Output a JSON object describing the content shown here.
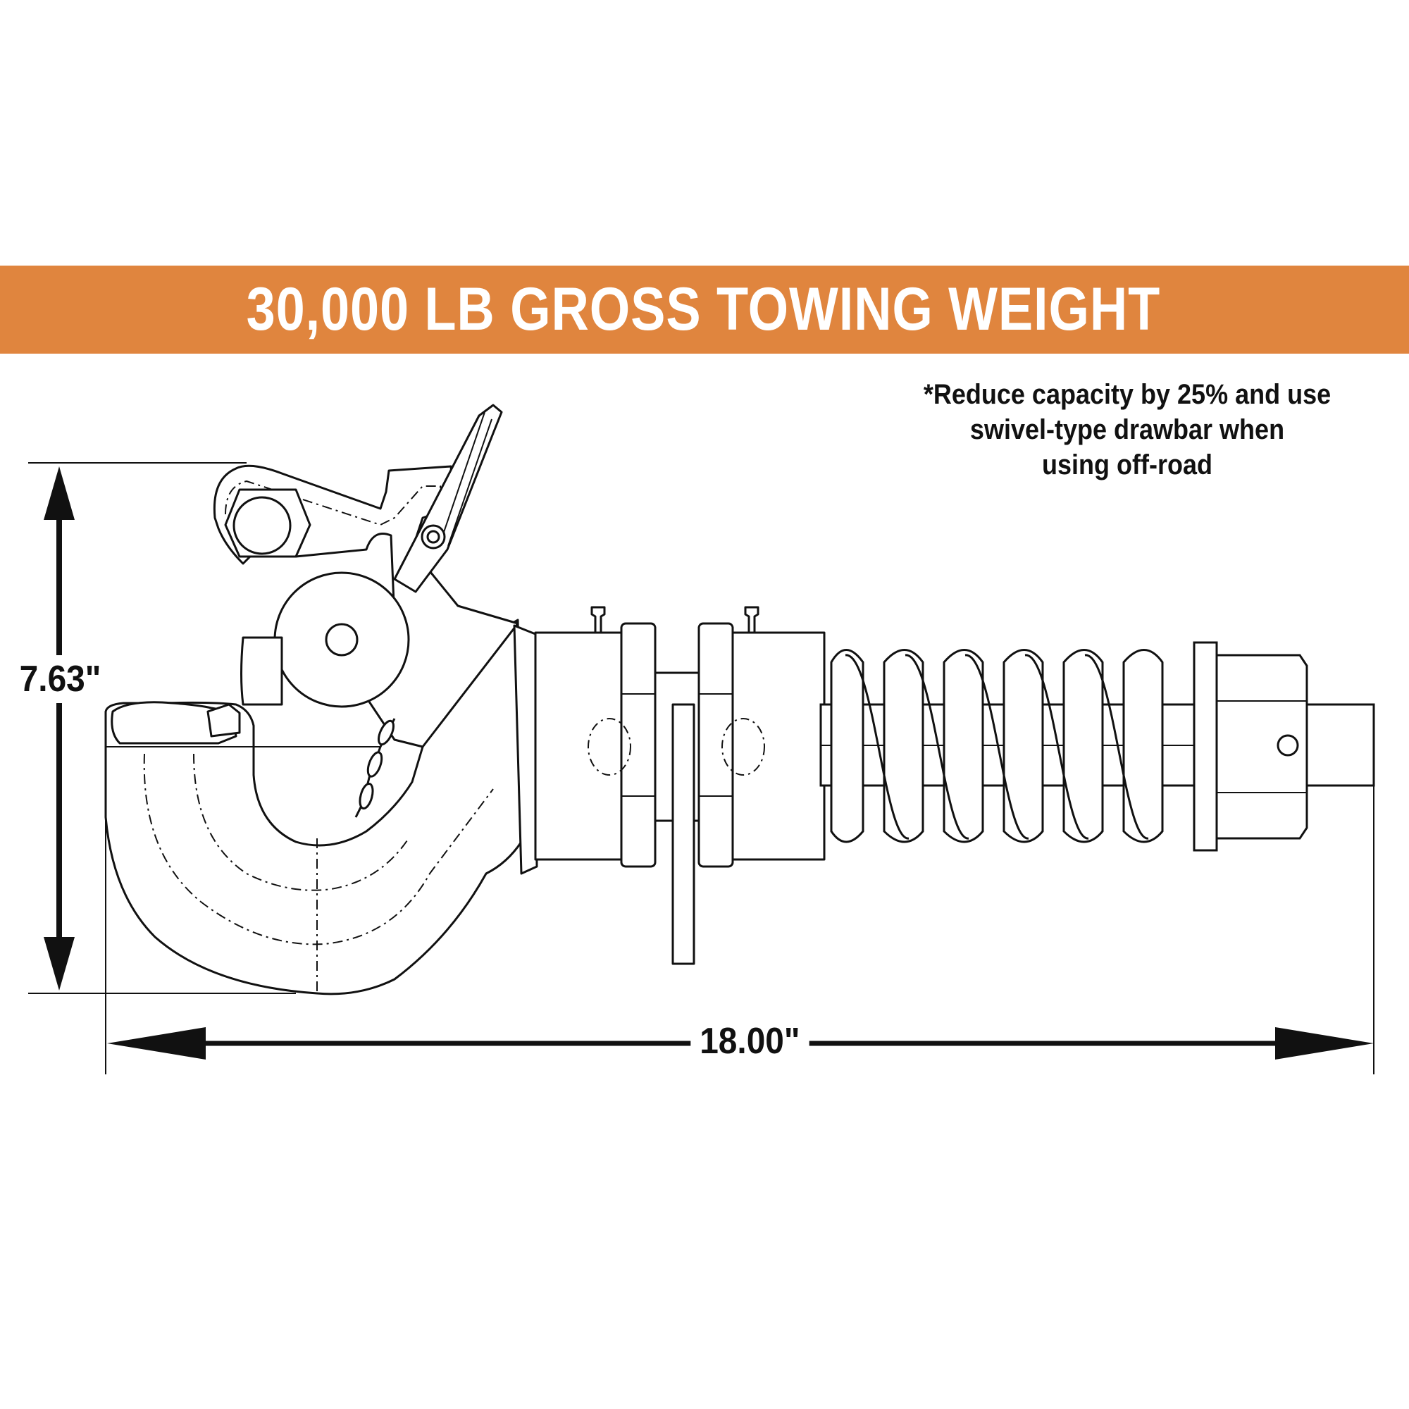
{
  "banner": {
    "title": "30,000 LB GROSS TOWING WEIGHT",
    "color": "#E0853E"
  },
  "note": {
    "lines": [
      "*Reduce capacity by 25% and use",
      "swivel-type drawbar when",
      "using off-road"
    ]
  },
  "dimensions": {
    "height_label": "7.63\"",
    "length_label": "18.00\""
  },
  "line_color": "#111111"
}
